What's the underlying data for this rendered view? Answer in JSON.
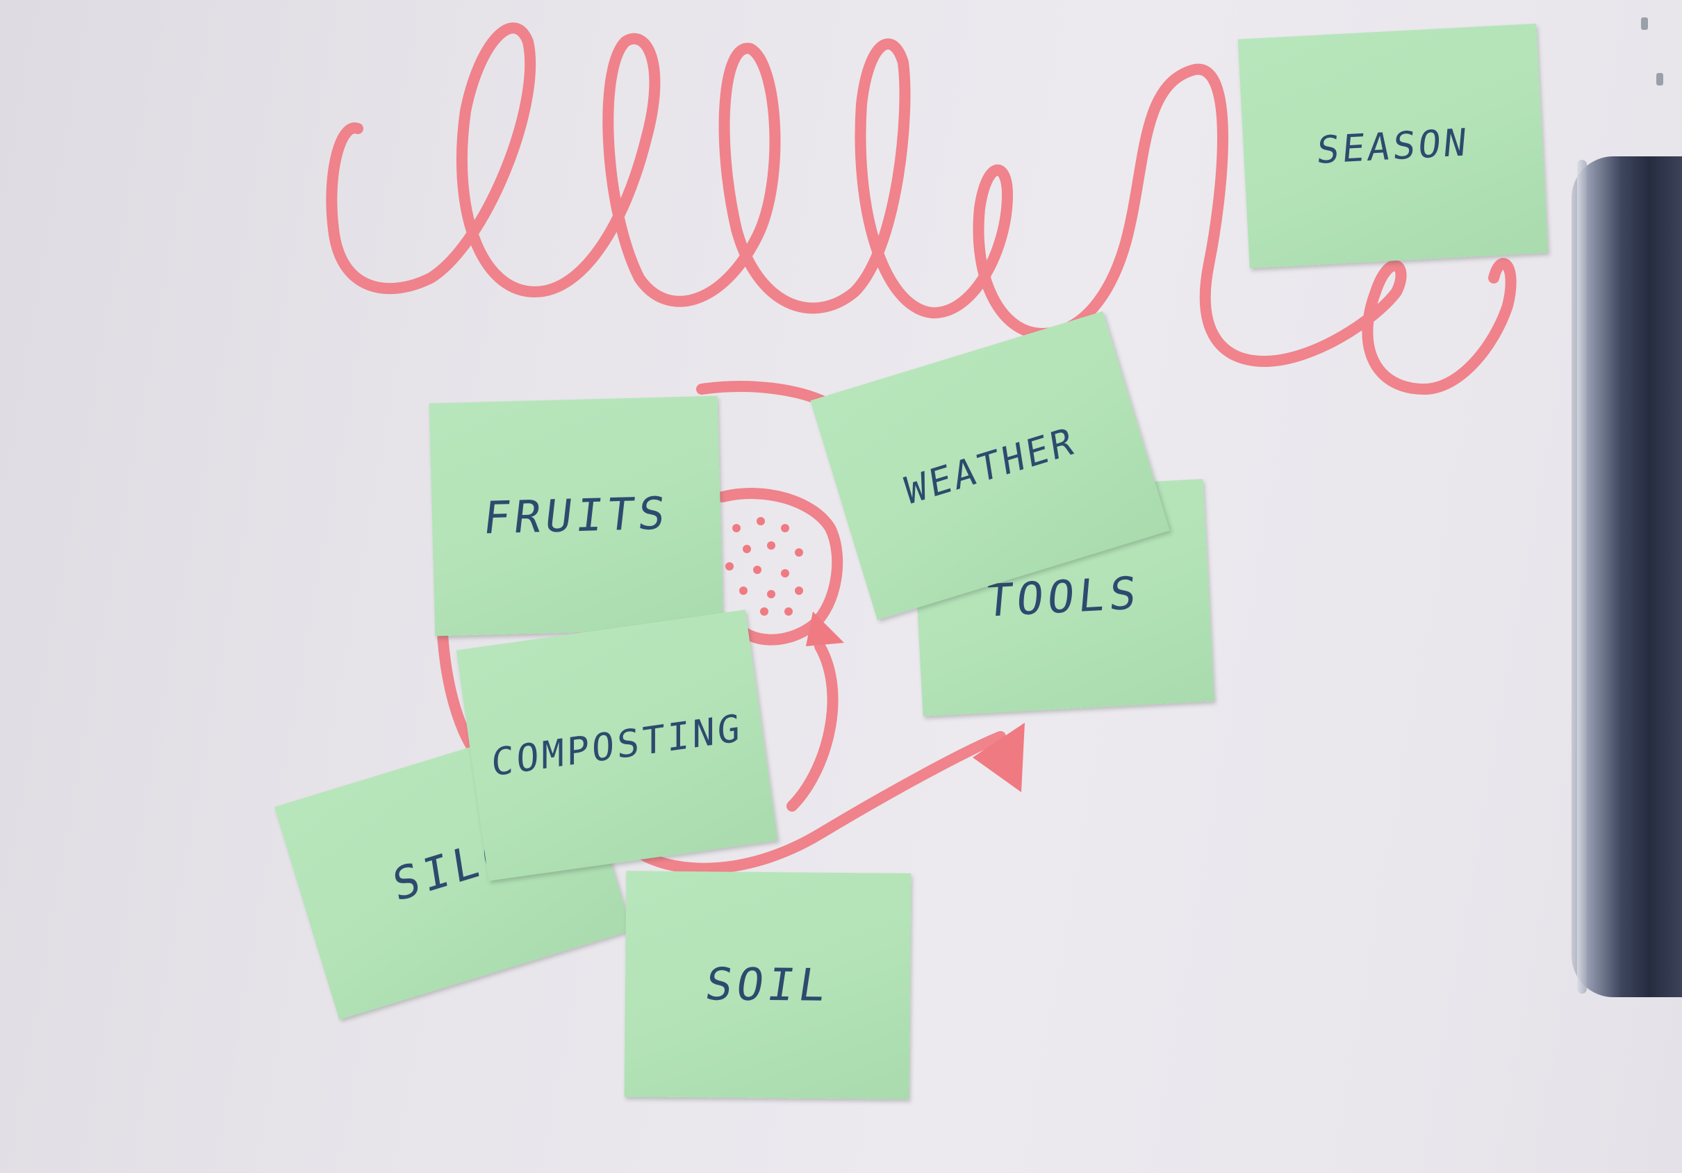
{
  "scene": {
    "background_color": "#e8e6eb",
    "marker_color": "#f07a82",
    "note_color": "#b5e4b9",
    "pen_color": "#2d4a6e"
  },
  "notes": {
    "season": "SEASON",
    "fruits": "FRUITS",
    "weather": "WEATHER",
    "tools": "TOOLS",
    "composting": "COMPOSTING",
    "silo": "SILO",
    "soil": "SOIL"
  }
}
